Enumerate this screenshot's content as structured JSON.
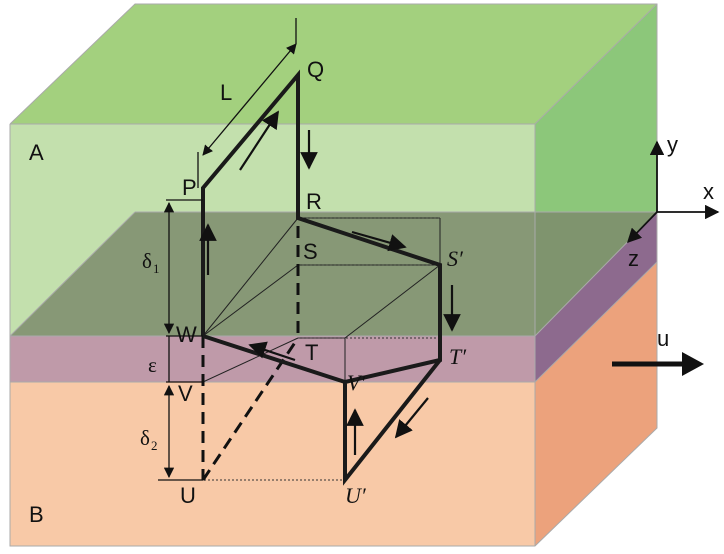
{
  "labels": {
    "region_a": "A",
    "region_b": "B",
    "length": "L",
    "point_p": "P",
    "point_q": "Q",
    "point_r": "R",
    "point_s": "S",
    "point_t": "T",
    "point_u": "U",
    "point_v": "V",
    "point_w": "W",
    "point_s_prime": "S′",
    "point_t_prime": "T′",
    "point_u_prime": "U′",
    "point_v_prime": "V′",
    "delta1_symbol": "δ",
    "delta1_sub": "1",
    "delta2_symbol": "δ",
    "delta2_sub": "2",
    "epsilon": "ε",
    "axis_x": "x",
    "axis_y": "y",
    "axis_z": "z",
    "velocity": "u"
  },
  "colors": {
    "region_a_top": "#a3d07e",
    "region_a_front": "#c3e0ad",
    "region_a_side": "#8cc77a",
    "region_b_front": "#f8c9a7",
    "region_b_side": "#eca27c",
    "interface_front": "#bf9aa9",
    "interface_side": "#8d6a8e",
    "interface_top": "#7d8b6c",
    "interface_side_top": "#6a9963",
    "path_line": "#1a1a1a"
  }
}
